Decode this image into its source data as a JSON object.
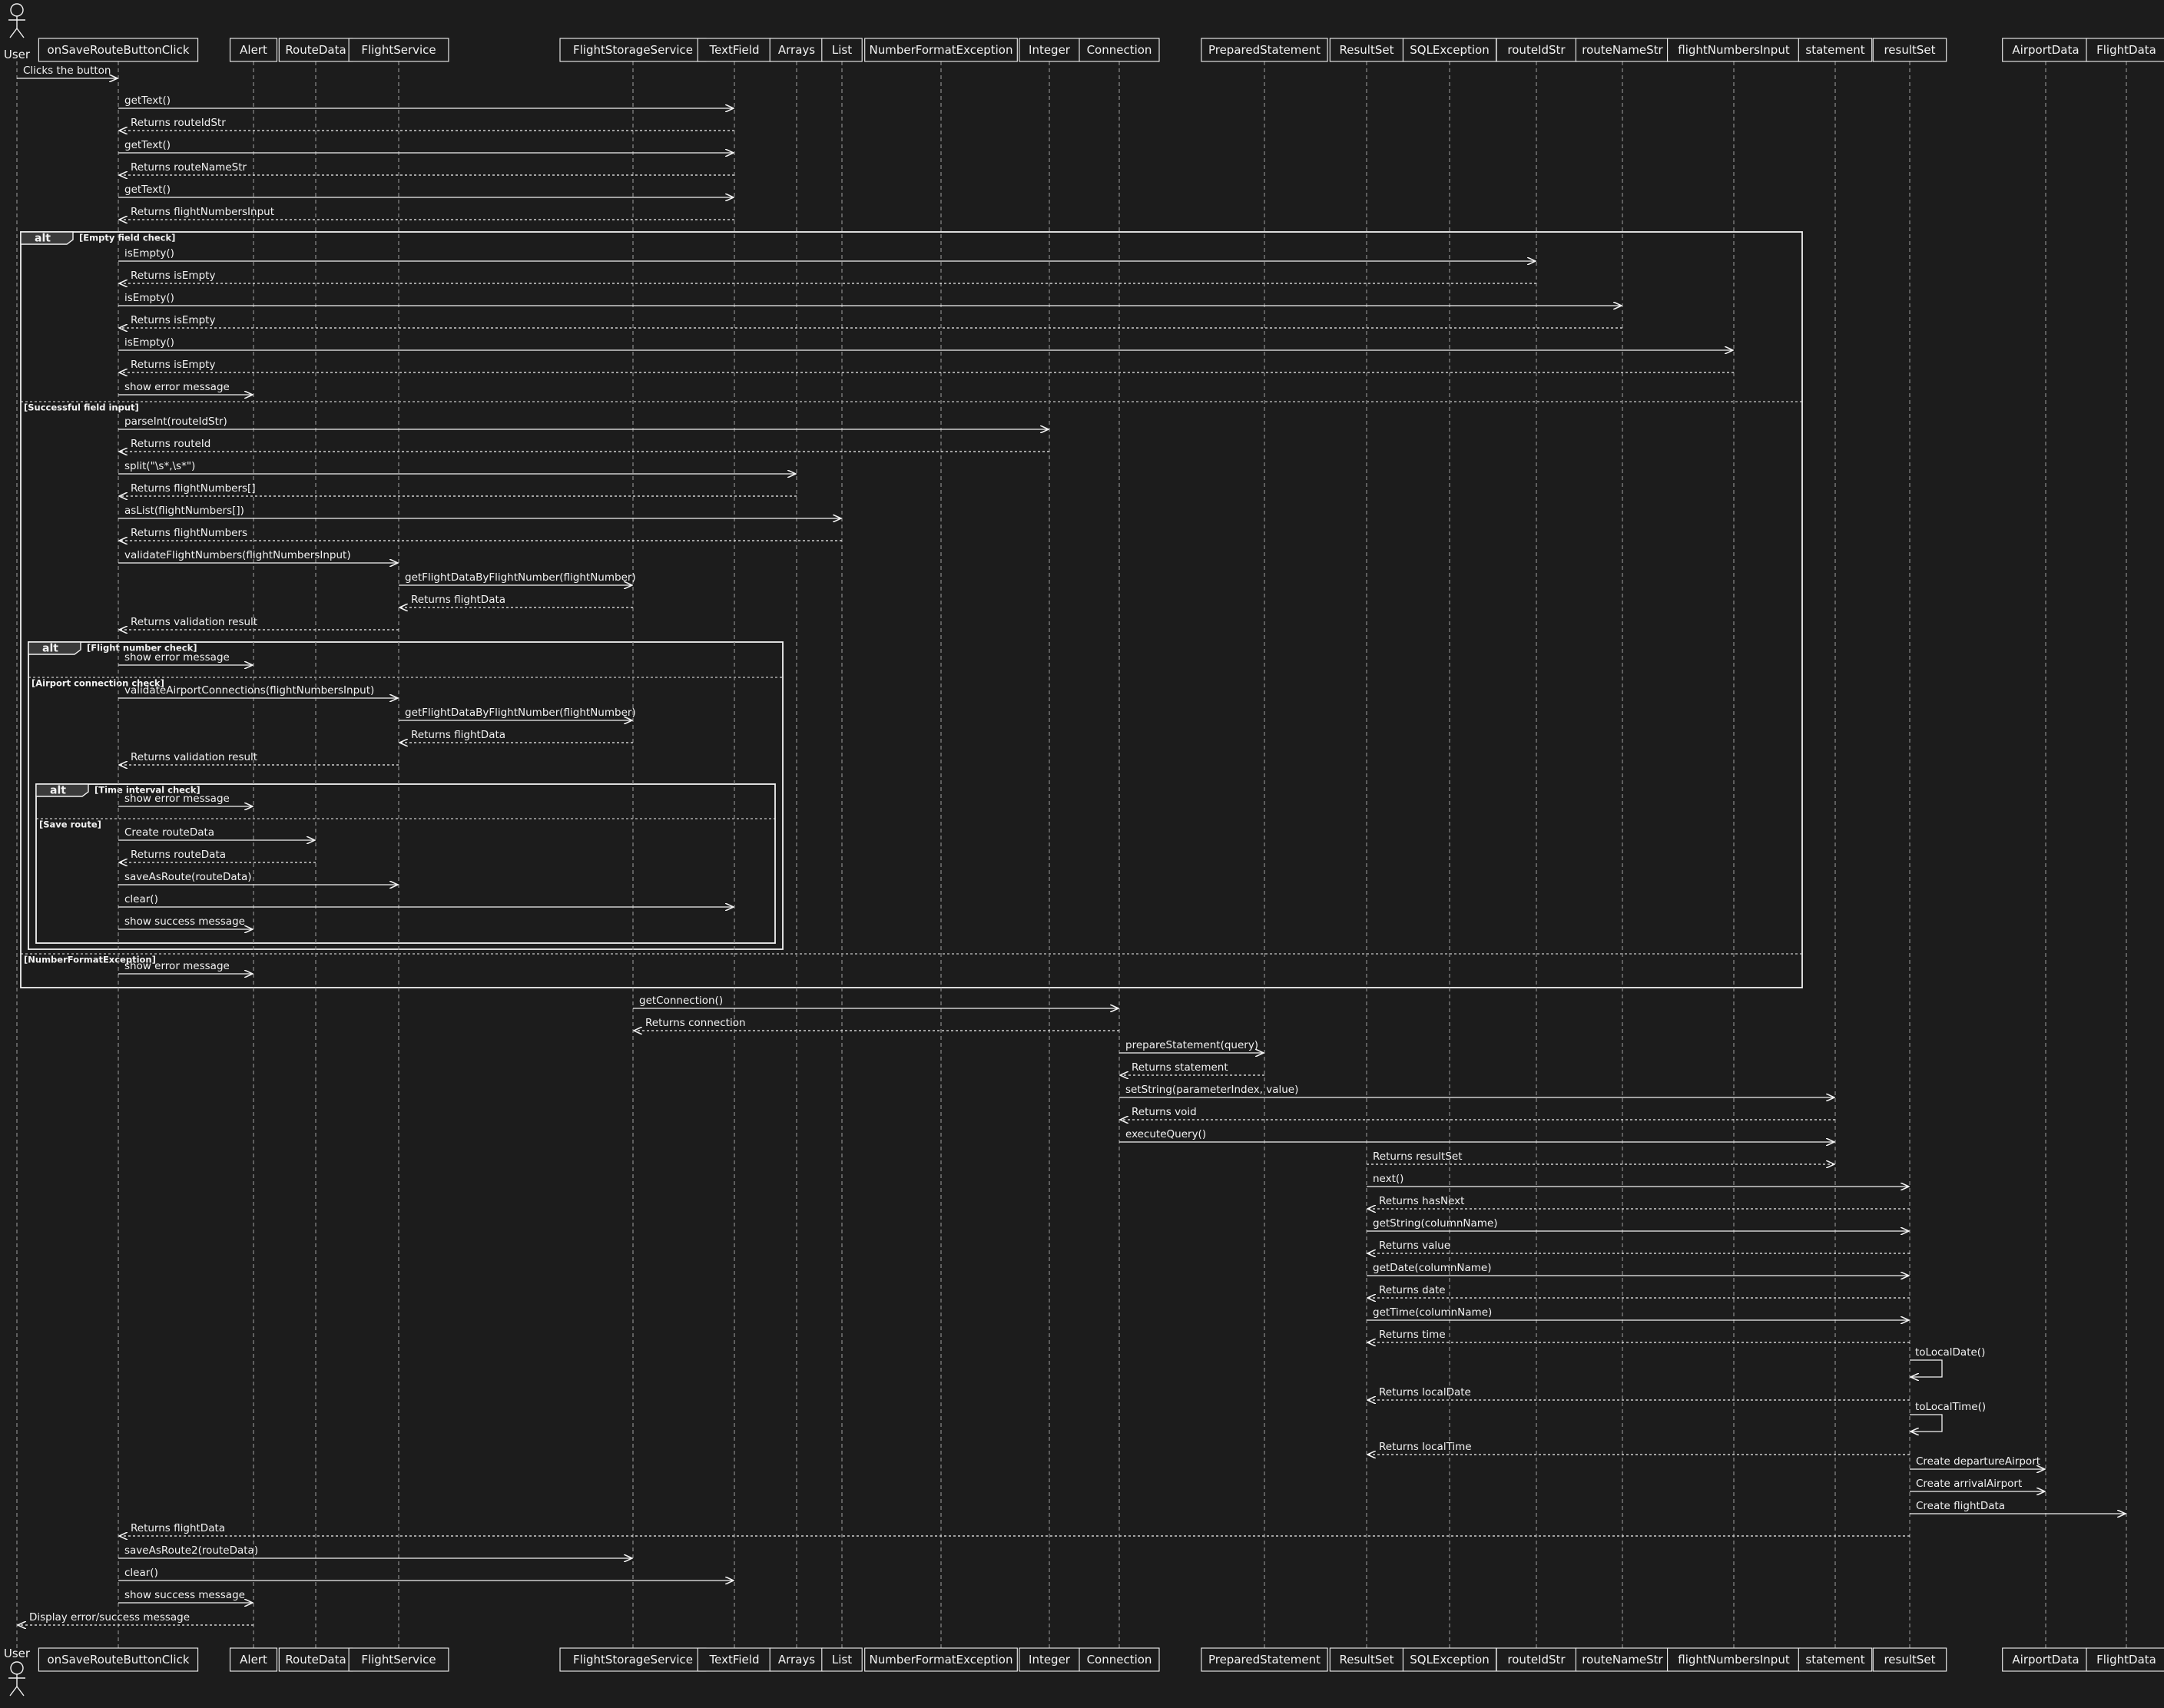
{
  "participants": [
    {
      "id": "User",
      "label": "User",
      "actor": true
    },
    {
      "id": "onSave",
      "label": "onSaveRouteButtonClick"
    },
    {
      "id": "Alert",
      "label": "Alert"
    },
    {
      "id": "RouteData",
      "label": "RouteData"
    },
    {
      "id": "FlightService",
      "label": "FlightService"
    },
    {
      "id": "FSS",
      "label": "FlightStorageService"
    },
    {
      "id": "TextField",
      "label": "TextField"
    },
    {
      "id": "Arrays",
      "label": "Arrays"
    },
    {
      "id": "List",
      "label": "List"
    },
    {
      "id": "NFE",
      "label": "NumberFormatException"
    },
    {
      "id": "Integer",
      "label": "Integer"
    },
    {
      "id": "Connection",
      "label": "Connection"
    },
    {
      "id": "PS",
      "label": "PreparedStatement"
    },
    {
      "id": "RS",
      "label": "ResultSet"
    },
    {
      "id": "SQLE",
      "label": "SQLException"
    },
    {
      "id": "routeIdStr",
      "label": "routeIdStr"
    },
    {
      "id": "routeNameStr",
      "label": "routeNameStr"
    },
    {
      "id": "fni",
      "label": "flightNumbersInput"
    },
    {
      "id": "statement",
      "label": "statement"
    },
    {
      "id": "resultSet",
      "label": "resultSet"
    },
    {
      "id": "AirportData",
      "label": "AirportData"
    },
    {
      "id": "FlightData",
      "label": "FlightData"
    }
  ],
  "messages": [
    {
      "from": "User",
      "to": "onSave",
      "label": "Clicks the button",
      "dashed": false
    },
    {
      "from": "onSave",
      "to": "TextField",
      "label": "getText()",
      "dashed": false
    },
    {
      "from": "TextField",
      "to": "onSave",
      "label": "Returns routeIdStr",
      "dashed": true
    },
    {
      "from": "onSave",
      "to": "TextField",
      "label": "getText()",
      "dashed": false
    },
    {
      "from": "TextField",
      "to": "onSave",
      "label": "Returns routeNameStr",
      "dashed": true
    },
    {
      "from": "onSave",
      "to": "TextField",
      "label": "getText()",
      "dashed": false
    },
    {
      "from": "TextField",
      "to": "onSave",
      "label": "Returns flightNumbersInput",
      "dashed": true
    },
    {
      "from": "onSave",
      "to": "routeIdStr",
      "label": "isEmpty()",
      "dashed": false
    },
    {
      "from": "routeIdStr",
      "to": "onSave",
      "label": "Returns isEmpty",
      "dashed": true
    },
    {
      "from": "onSave",
      "to": "routeNameStr",
      "label": "isEmpty()",
      "dashed": false
    },
    {
      "from": "routeNameStr",
      "to": "onSave",
      "label": "Returns isEmpty",
      "dashed": true
    },
    {
      "from": "onSave",
      "to": "fni",
      "label": "isEmpty()",
      "dashed": false
    },
    {
      "from": "fni",
      "to": "onSave",
      "label": "Returns isEmpty",
      "dashed": true
    },
    {
      "from": "onSave",
      "to": "Alert",
      "label": "show error message",
      "dashed": false
    },
    {
      "from": "onSave",
      "to": "Integer",
      "label": "parseInt(routeIdStr)",
      "dashed": false
    },
    {
      "from": "Integer",
      "to": "onSave",
      "label": "Returns routeId",
      "dashed": true
    },
    {
      "from": "onSave",
      "to": "Arrays",
      "label": "split(\"\\s*,\\s*\")",
      "dashed": false
    },
    {
      "from": "Arrays",
      "to": "onSave",
      "label": "Returns flightNumbers[]",
      "dashed": true
    },
    {
      "from": "onSave",
      "to": "List",
      "label": "asList(flightNumbers[])",
      "dashed": false
    },
    {
      "from": "List",
      "to": "onSave",
      "label": "Returns flightNumbers",
      "dashed": true
    },
    {
      "from": "onSave",
      "to": "FlightService",
      "label": "validateFlightNumbers(flightNumbersInput)",
      "dashed": false
    },
    {
      "from": "FlightService",
      "to": "FSS",
      "label": "getFlightDataByFlightNumber(flightNumber)",
      "dashed": false
    },
    {
      "from": "FSS",
      "to": "FlightService",
      "label": "Returns flightData",
      "dashed": true
    },
    {
      "from": "FlightService",
      "to": "onSave",
      "label": "Returns validation result",
      "dashed": true
    },
    {
      "from": "onSave",
      "to": "Alert",
      "label": "show error message",
      "dashed": false
    },
    {
      "from": "onSave",
      "to": "FlightService",
      "label": "validateAirportConnections(flightNumbersInput)",
      "dashed": false
    },
    {
      "from": "FlightService",
      "to": "FSS",
      "label": "getFlightDataByFlightNumber(flightNumber)",
      "dashed": false
    },
    {
      "from": "FSS",
      "to": "FlightService",
      "label": "Returns flightData",
      "dashed": true
    },
    {
      "from": "FlightService",
      "to": "onSave",
      "label": "Returns validation result",
      "dashed": true
    },
    {
      "from": "onSave",
      "to": "Alert",
      "label": "show error message",
      "dashed": false
    },
    {
      "from": "onSave",
      "to": "RouteData",
      "label": "Create routeData",
      "dashed": false
    },
    {
      "from": "RouteData",
      "to": "onSave",
      "label": "Returns routeData",
      "dashed": true
    },
    {
      "from": "onSave",
      "to": "FlightService",
      "label": "saveAsRoute(routeData)",
      "dashed": false
    },
    {
      "from": "onSave",
      "to": "TextField",
      "label": "clear()",
      "dashed": false
    },
    {
      "from": "onSave",
      "to": "Alert",
      "label": "show success message",
      "dashed": false
    },
    {
      "from": "onSave",
      "to": "Alert",
      "label": "show error message",
      "dashed": false
    },
    {
      "from": "FSS",
      "to": "Connection",
      "label": "getConnection()",
      "dashed": false
    },
    {
      "from": "Connection",
      "to": "FSS",
      "label": "Returns connection",
      "dashed": true
    },
    {
      "from": "Connection",
      "to": "PS",
      "label": "prepareStatement(query)",
      "dashed": false
    },
    {
      "from": "PS",
      "to": "Connection",
      "label": "Returns statement",
      "dashed": true
    },
    {
      "from": "Connection",
      "to": "statement",
      "label": "setString(parameterIndex, value)",
      "dashed": false
    },
    {
      "from": "statement",
      "to": "Connection",
      "label": "Returns void",
      "dashed": true
    },
    {
      "from": "Connection",
      "to": "statement",
      "label": "executeQuery()",
      "dashed": false
    },
    {
      "from": "RS",
      "to": "statement",
      "label": "Returns resultSet",
      "dashed": true
    },
    {
      "from": "RS",
      "to": "resultSet",
      "label": "next()",
      "dashed": false
    },
    {
      "from": "resultSet",
      "to": "RS",
      "label": "Returns hasNext",
      "dashed": true
    },
    {
      "from": "RS",
      "to": "resultSet",
      "label": "getString(columnName)",
      "dashed": false
    },
    {
      "from": "resultSet",
      "to": "RS",
      "label": "Returns value",
      "dashed": true
    },
    {
      "from": "RS",
      "to": "resultSet",
      "label": "getDate(columnName)",
      "dashed": false
    },
    {
      "from": "resultSet",
      "to": "RS",
      "label": "Returns date",
      "dashed": true
    },
    {
      "from": "RS",
      "to": "resultSet",
      "label": "getTime(columnName)",
      "dashed": false
    },
    {
      "from": "resultSet",
      "to": "RS",
      "label": "Returns time",
      "dashed": true
    },
    {
      "from": "resultSet",
      "to": "resultSet",
      "label": "toLocalDate()",
      "dashed": false,
      "self": true
    },
    {
      "from": "resultSet",
      "to": "RS",
      "label": "Returns localDate",
      "dashed": true
    },
    {
      "from": "resultSet",
      "to": "resultSet",
      "label": "toLocalTime()",
      "dashed": false,
      "self": true
    },
    {
      "from": "resultSet",
      "to": "RS",
      "label": "Returns localTime",
      "dashed": true
    },
    {
      "from": "resultSet",
      "to": "AirportData",
      "label": "Create departureAirport",
      "dashed": false
    },
    {
      "from": "resultSet",
      "to": "AirportData",
      "label": "Create arrivalAirport",
      "dashed": false
    },
    {
      "from": "resultSet",
      "to": "FlightData",
      "label": "Create flightData",
      "dashed": false
    },
    {
      "from": "resultSet",
      "to": "onSave",
      "label": "Returns flightData",
      "dashed": true
    },
    {
      "from": "onSave",
      "to": "FSS",
      "label": "saveAsRoute2(routeData)",
      "dashed": false
    },
    {
      "from": "onSave",
      "to": "TextField",
      "label": "clear()",
      "dashed": false
    },
    {
      "from": "onSave",
      "to": "Alert",
      "label": "show success message",
      "dashed": false
    },
    {
      "from": "Alert",
      "to": "User",
      "label": "Display error/success message",
      "dashed": true
    }
  ],
  "fragments": [
    {
      "keyword": "alt",
      "sections": [
        "[Empty field check]",
        "[Successful field input]",
        "[NumberFormatException]"
      ]
    },
    {
      "keyword": "alt",
      "sections": [
        "[Flight number check]",
        "[Airport connection check]"
      ]
    },
    {
      "keyword": "alt",
      "sections": [
        "[Time interval check]",
        "[Save route]"
      ]
    }
  ]
}
